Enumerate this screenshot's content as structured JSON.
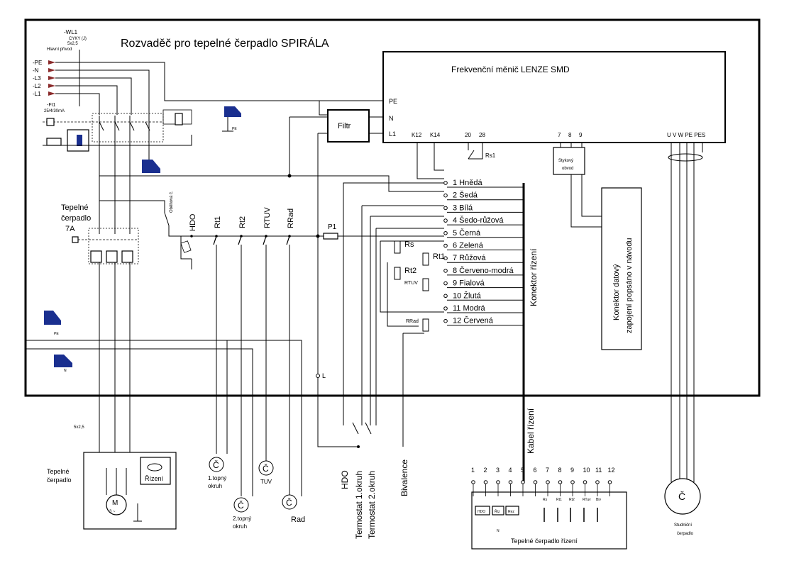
{
  "title": "Rozvaděč pro tepelné čerpadlo SPIRÁLA",
  "supply": {
    "cable_id": "-WL1",
    "cable_type": "CYKY (J)",
    "cable_size": "5x2,5",
    "cable_role": "Hlavní přívod",
    "phases": [
      "-PE",
      "-N",
      "-L3",
      "-L2",
      "-L1"
    ],
    "rcd_id": "-FI1",
    "rcd_rating": "25/4/30mA"
  },
  "inverter": {
    "title": "Frekvenční měnič LENZE SMD",
    "pe": "PE",
    "n": "N",
    "l1": "L1",
    "k12": "K12",
    "k14": "K14",
    "t20": "20",
    "t28": "28",
    "t7": "7",
    "t8": "8",
    "t9": "9",
    "motor_terms": "U V W PE PES"
  },
  "filter": "Filtr",
  "rs1": "Rs1",
  "stykovy": [
    "Stykový",
    "obvod"
  ],
  "data_connector": [
    "Konektor datový",
    "zapojení popsáno v návodu"
  ],
  "breaker": {
    "label": [
      "Tepelné",
      "čerpadlo",
      "7A"
    ]
  },
  "circ_pump": "Oběhová č.",
  "switches": [
    "HDO",
    "Rt1",
    "Rt2",
    "RTUV",
    "RRad"
  ],
  "fuse": "P1",
  "connector_title": "Konektor řízení",
  "wires": [
    "1 Hnědá",
    "2 Šedá",
    "3 Bílá",
    "4 Šedo-růžová",
    "5 Černá",
    "6 Zelená",
    "7 Růžová",
    "8 Červeno-modrá",
    "9 Fialová",
    "10 Žlutá",
    "11 Modrá",
    "12 Červená"
  ],
  "relays": [
    "Rs",
    "Rt1",
    "Rt2",
    "RTUV",
    "RRad"
  ],
  "pe_small": "PE",
  "n_small": "N",
  "l_label": "L",
  "cable_size_lower": "5x2,5",
  "heat_pump": {
    "label": [
      "Tepelné",
      "čerpadlo"
    ],
    "control": "Řízení",
    "motor": "M",
    "motor_sub": "3 ~"
  },
  "pumps": [
    {
      "sym": "Č",
      "label": [
        "1.topný",
        "okruh"
      ]
    },
    {
      "sym": "Č",
      "label": [
        "2.topný",
        "okruh"
      ]
    },
    {
      "sym": "Č",
      "label": [
        "TUV"
      ]
    },
    {
      "sym": "Č",
      "label": [
        "Rad"
      ]
    }
  ],
  "vertical_labels": [
    "HDO",
    "Termostat 1.okruh",
    "Termostat 2.okruh",
    "Bivalence"
  ],
  "control_cable": "Kabel řízení",
  "hp_control": {
    "title": "Tepelné čerpadlo řízení",
    "terms": [
      "1",
      "2",
      "3",
      "4",
      "5",
      "6",
      "7",
      "8",
      "9",
      "10",
      "11",
      "12"
    ],
    "hdo": "HDO",
    "riz": "Říz",
    "rez": "Rez",
    "contacts": [
      "Rs",
      "Rt1",
      "Rt2",
      "RTuv",
      "Biv"
    ]
  },
  "well_pump": {
    "sym": "Č",
    "label": [
      "Studniční",
      "čerpadlo"
    ]
  }
}
